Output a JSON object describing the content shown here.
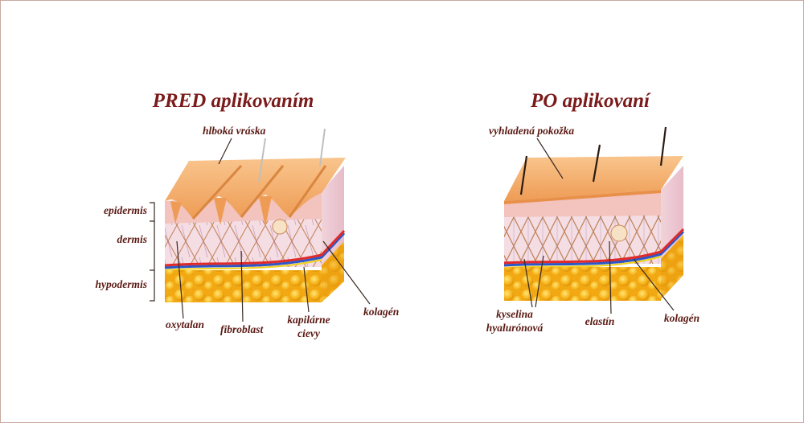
{
  "before": {
    "title": "PRED aplikovaním",
    "labels": {
      "wrinkle": "hlboká vráska",
      "epidermis": "epidermis",
      "dermis": "dermis",
      "hypodermis": "hypodermis",
      "oxytalan": "oxytalan",
      "fibroblast": "fibroblast",
      "capillaries_line1": "kapilárne",
      "capillaries_line2": "cievy",
      "collagen": "kolagén"
    }
  },
  "after": {
    "title": "PO aplikovaní",
    "labels": {
      "smooth_skin": "vyhladená pokožka",
      "hyaluronic_line1": "kyselina",
      "hyaluronic_line2": "hyalurónová",
      "elastin": "elastín",
      "collagen": "kolagén"
    }
  },
  "colors": {
    "title": "#7a1a1a",
    "label": "#5b1a14",
    "frame": "#c9a99f",
    "skin_top": "#f4a866",
    "epidermis": "#f6c7c0",
    "dermis": "#f3dce3",
    "fat": "#f7b51c",
    "artery": "#e02a2a",
    "vein": "#2a58c8"
  }
}
